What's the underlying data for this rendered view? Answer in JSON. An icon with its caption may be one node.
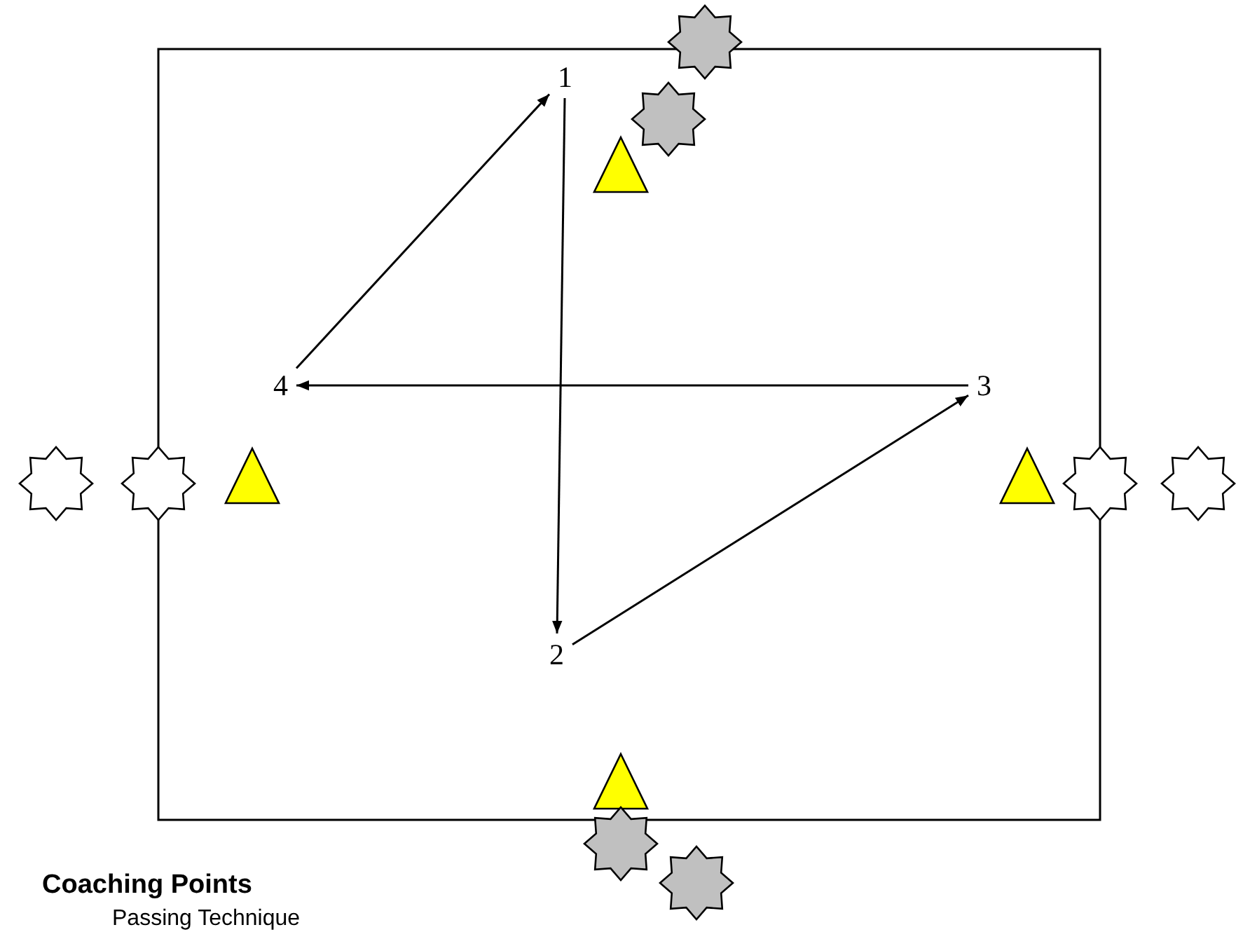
{
  "diagram": {
    "nodes": [
      {
        "text": [
          "1"
        ]
      },
      {
        "text": [
          "4"
        ]
      },
      {
        "text": [
          "3"
        ]
      },
      {
        "text": [
          "2"
        ]
      }
    ],
    "edges": [
      {
        "from": 0,
        "to": 3,
        "arrow": "to"
      },
      {
        "from": 3,
        "to": 2,
        "arrow": "to"
      },
      {
        "from": 2,
        "to": 1,
        "arrow": "to"
      },
      {
        "from": 1,
        "to": 0,
        "arrow": "to"
      }
    ],
    "labels": [
      "Coaching Points",
      "Passing Technique"
    ]
  }
}
